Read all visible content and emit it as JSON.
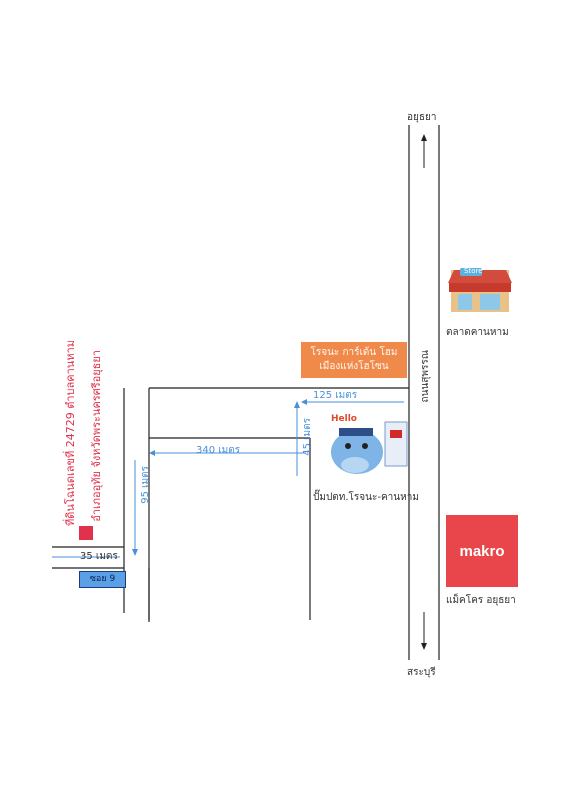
{
  "north_label": "อยุธยา",
  "south_label": "สระบุรี",
  "main_road_label": "ถนนสุพรรณ",
  "store": {
    "caption": "ตลาดคานหาม",
    "sign": "Store"
  },
  "makro": {
    "logo": "makro",
    "caption": "แม็คโคร อยุธยา"
  },
  "landmark": {
    "line1": "โรจนะ การ์เด้น โฮม",
    "line2": "เมืองแห่งโฮโซน"
  },
  "gas_station": {
    "caption": "ปั๊มปตท.โรจนะ-คานหาม",
    "sticker_text": "Hello"
  },
  "site": {
    "line1": "ที่ดินโฉนดเลขที่ 24729 ตำบลคานหาม",
    "line2": "อำเภออุทัย จังหวัดพระนครศรีอยุธยา"
  },
  "soi": "ซอย 9",
  "distances": {
    "d125": "125 เมตร",
    "d340": "340 เมตร",
    "d45": "45 เมตร",
    "d95": "95 เมตร",
    "d35": "35 เมตร"
  },
  "colors": {
    "accent_blue": "#4a90d9",
    "site_red": "#e0324b",
    "makro_red": "#e8464a",
    "landmark_orange": "#f08a4b"
  }
}
